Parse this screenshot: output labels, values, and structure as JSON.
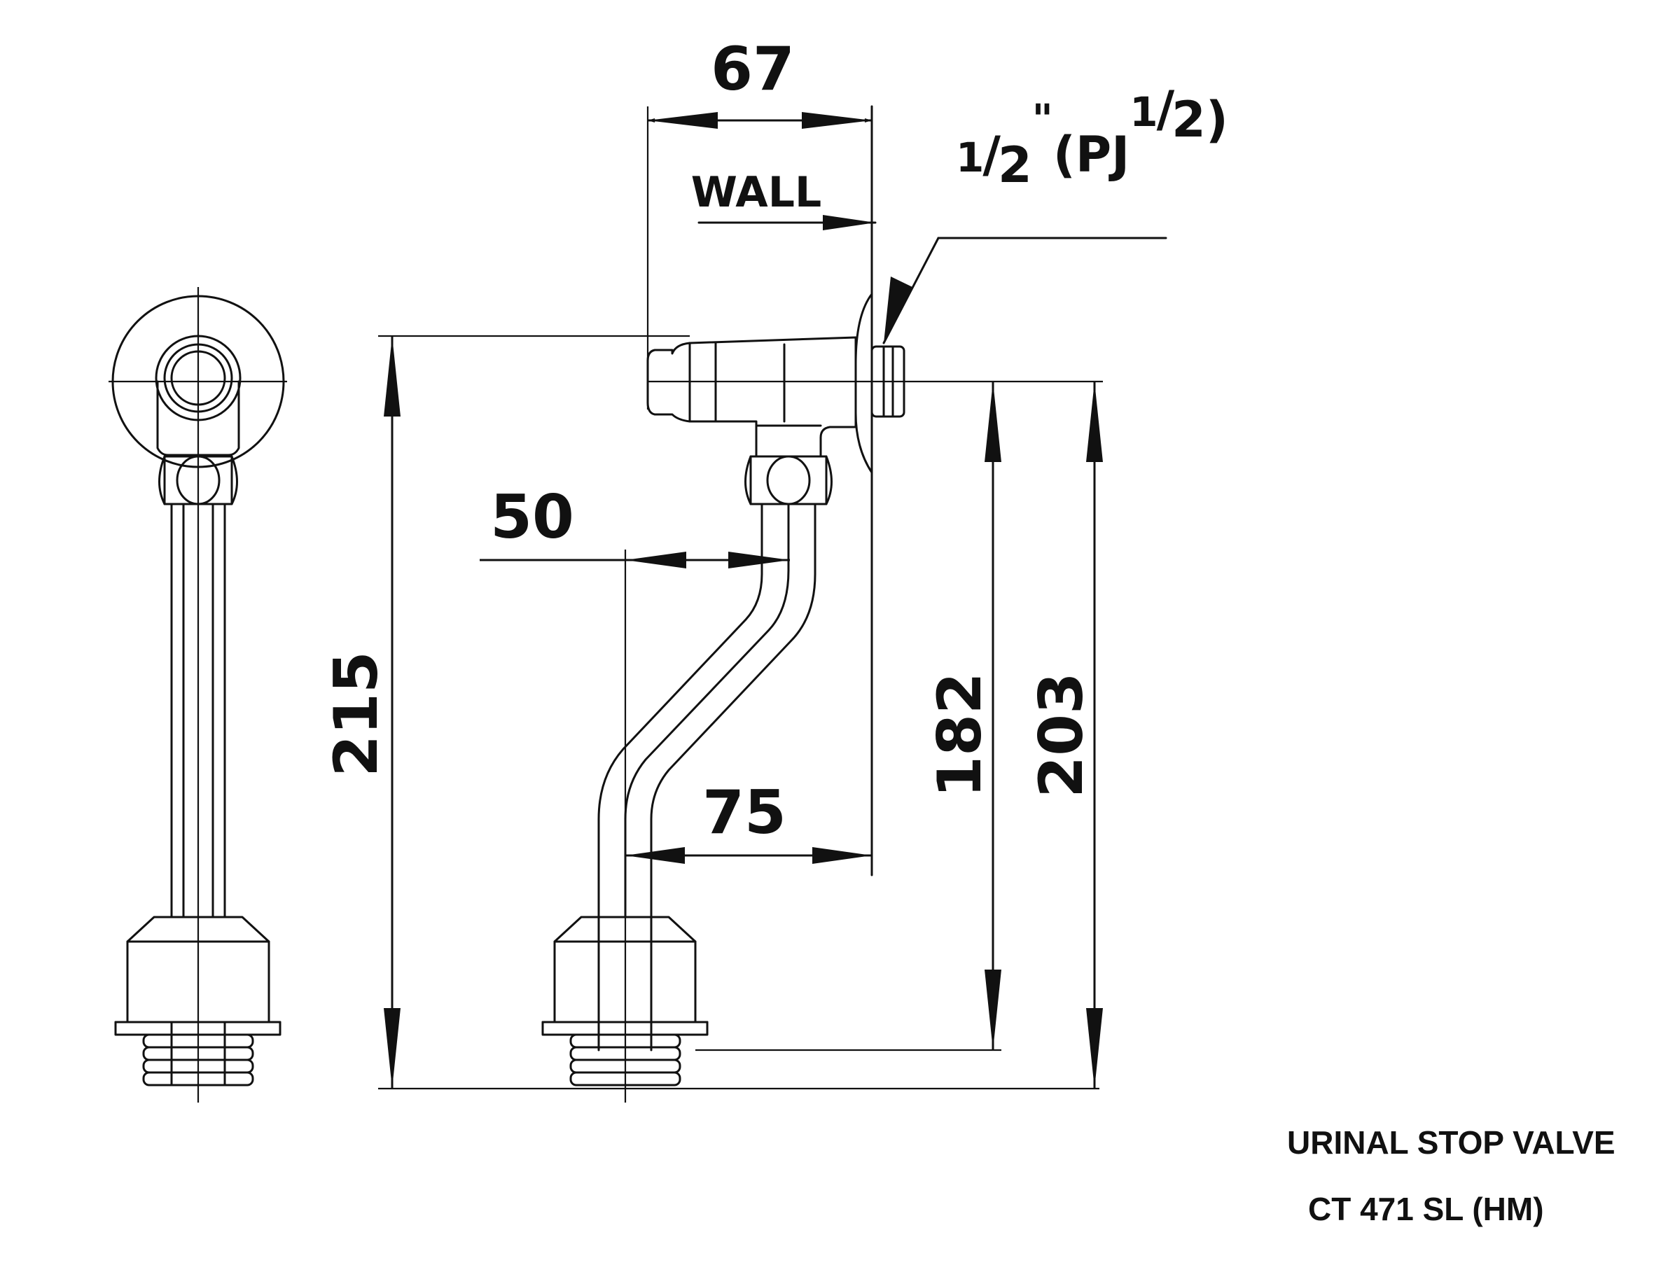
{
  "dimensions": {
    "d67": "67",
    "d50": "50",
    "d75": "75",
    "d215": "215",
    "d182": "182",
    "d203": "203"
  },
  "labels": {
    "wall": "WALL",
    "connection_size": "1/2\"(PJ 1/2)"
  },
  "title": {
    "line1": "URINAL STOP VALVE",
    "line2": "CT 471 SL (HM)"
  },
  "colors": {
    "line": "#111111",
    "background": "#ffffff"
  }
}
